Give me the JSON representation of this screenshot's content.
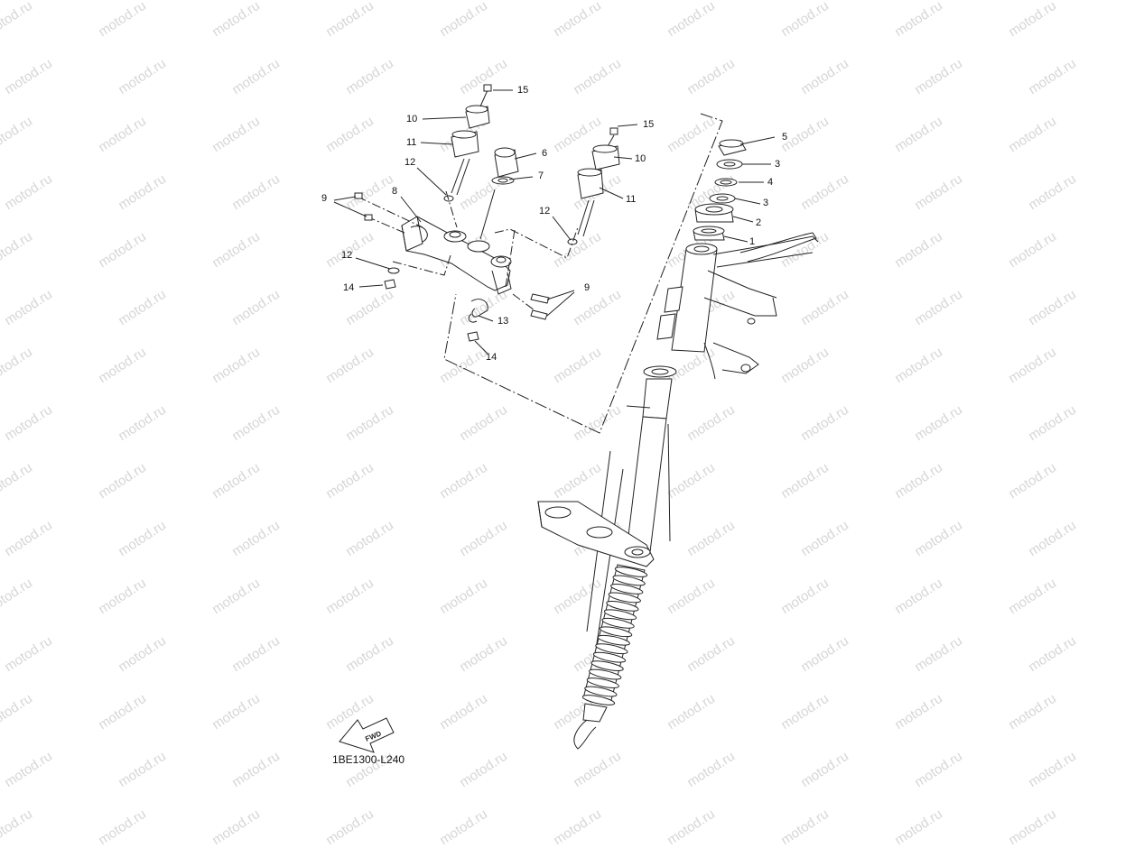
{
  "diagram": {
    "watermark": "motod.ru",
    "drawing_code": "1BE1300-L240",
    "fwd_label": "FWD",
    "callouts": [
      {
        "id": "c15a",
        "label": "15"
      },
      {
        "id": "c10a",
        "label": "10"
      },
      {
        "id": "c11a",
        "label": "11"
      },
      {
        "id": "c6",
        "label": "6"
      },
      {
        "id": "c7",
        "label": "7"
      },
      {
        "id": "c12a",
        "label": "12"
      },
      {
        "id": "c9a",
        "label": "9"
      },
      {
        "id": "c8",
        "label": "8"
      },
      {
        "id": "c15b",
        "label": "15"
      },
      {
        "id": "c10b",
        "label": "10"
      },
      {
        "id": "c11b",
        "label": "11"
      },
      {
        "id": "c12b",
        "label": "12"
      },
      {
        "id": "c12c",
        "label": "12"
      },
      {
        "id": "c14a",
        "label": "14"
      },
      {
        "id": "c9b",
        "label": "9"
      },
      {
        "id": "c13",
        "label": "13"
      },
      {
        "id": "c14b",
        "label": "14"
      },
      {
        "id": "c5",
        "label": "5"
      },
      {
        "id": "c3a",
        "label": "3"
      },
      {
        "id": "c4",
        "label": "4"
      },
      {
        "id": "c3b",
        "label": "3"
      },
      {
        "id": "c2",
        "label": "2"
      },
      {
        "id": "c1",
        "label": "1"
      }
    ]
  }
}
